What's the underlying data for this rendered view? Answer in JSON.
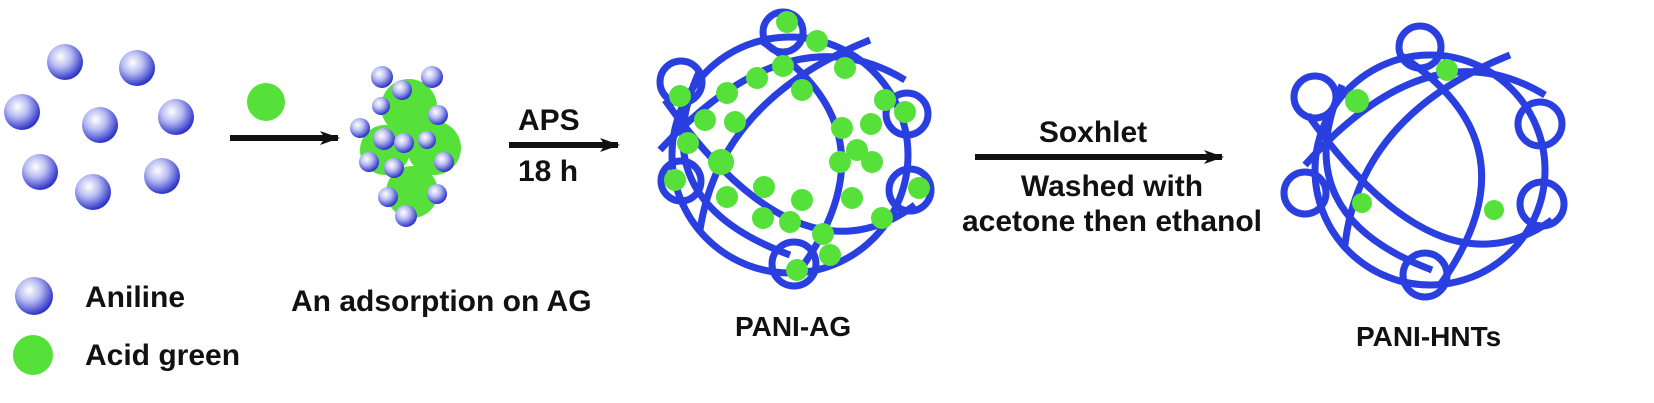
{
  "diagram": {
    "legend": {
      "aniline_label": "Aniline",
      "acid_green_label": "Acid green"
    },
    "stages": {
      "adsorption_label": "An adsorption on AG",
      "pani_ag_label": "PANI-AG",
      "pani_hnts_label": "PANI-HNTs"
    },
    "arrow_polymerization": {
      "above": "APS",
      "below": "18 h"
    },
    "arrow_washing": {
      "above": "Soxhlet",
      "below_line1": "Washed with",
      "below_line2": "acetone then ethanol"
    },
    "colors": {
      "aniline_blue": "#3a3fd6",
      "acid_green": "#55e03a",
      "polymer_blue": "#2a3fe0",
      "arrow": "#111111"
    }
  }
}
